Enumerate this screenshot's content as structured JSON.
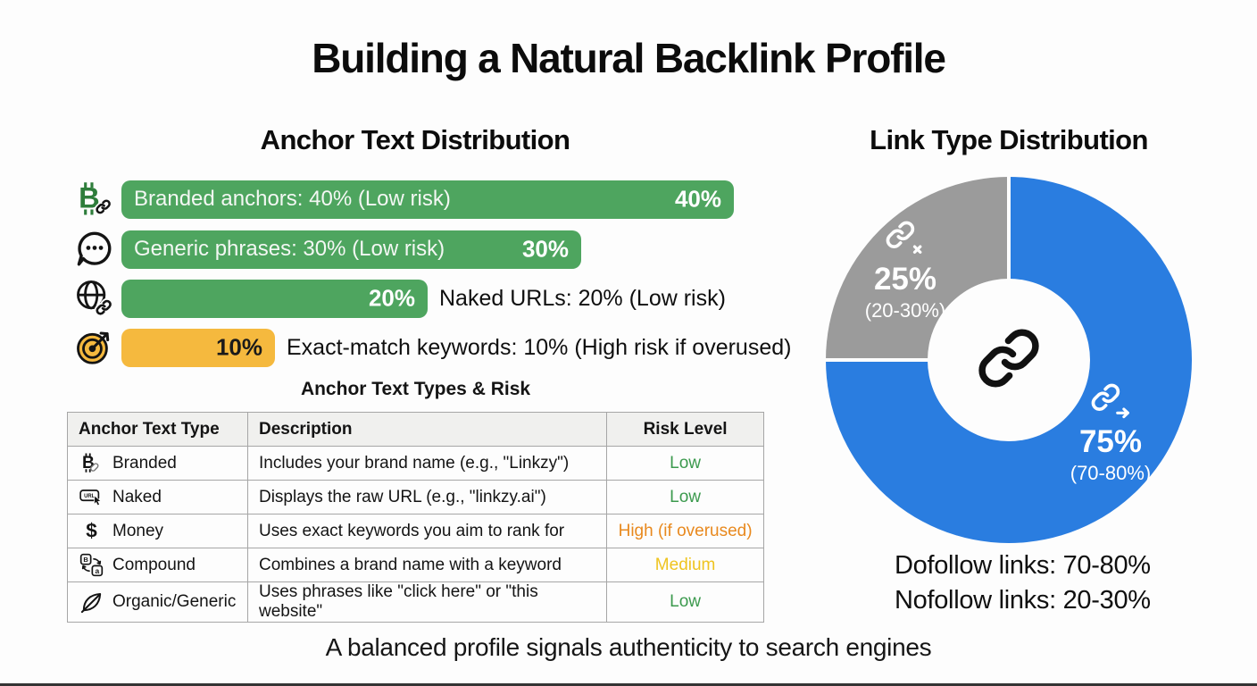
{
  "title": "Building a Natural Backlink Profile",
  "footer": "A balanced profile signals authenticity to search engines",
  "colors": {
    "background": "#FDFDFD",
    "bar_green": "#4EA55F",
    "bar_yellow": "#F5B93E",
    "donut_blue": "#2A7DE0",
    "donut_gray": "#9B9B9B",
    "risk_low": "#3C9A4E",
    "risk_high": "#E8891E",
    "risk_medium": "#EFC41F"
  },
  "anchor_section": {
    "title": "Anchor Text Distribution",
    "bars": [
      {
        "icon": "bitcoin-link-icon",
        "label": "Branded anchors: 40% (Low risk)",
        "value": 40,
        "value_label": "40%",
        "color": "#4EA55F",
        "label_position": "inside",
        "value_text_color": "#FFFFFF"
      },
      {
        "icon": "speech-bubble-icon",
        "label": "Generic phrases: 30% (Low risk)",
        "value": 30,
        "value_label": "30%",
        "color": "#4EA55F",
        "label_position": "inside",
        "value_text_color": "#FFFFFF"
      },
      {
        "icon": "globe-link-icon",
        "label": "Naked URLs: 20% (Low risk)",
        "value": 20,
        "value_label": "20%",
        "color": "#4EA55F",
        "label_position": "outside",
        "value_text_color": "#FFFFFF"
      },
      {
        "icon": "target-dart-icon",
        "label": "Exact-match keywords: 10% (High risk if overused)",
        "value": 10,
        "value_label": "10%",
        "color": "#F5B93E",
        "label_position": "outside",
        "value_text_color": "#1A1A1A"
      }
    ]
  },
  "table_section": {
    "title": "Anchor Text Types & Risk",
    "headers": [
      "Anchor Text Type",
      "Description",
      "Risk Level"
    ],
    "rows": [
      {
        "icon": "bitcoin-clip-icon",
        "type": "Branded",
        "description": "Includes your brand name (e.g., \"Linkzy\")",
        "risk": "Low",
        "risk_color": "#3C9A4E"
      },
      {
        "icon": "url-cursor-icon",
        "type": "Naked",
        "description": "Displays the raw URL (e.g., \"linkzy.ai\")",
        "risk": "Low",
        "risk_color": "#3C9A4E"
      },
      {
        "icon": "dollar-icon",
        "type": "Money",
        "description": "Uses exact keywords you aim to rank for",
        "risk": "High (if overused)",
        "risk_color": "#E8891E"
      },
      {
        "icon": "compound-icon",
        "type": "Compound",
        "description": "Combines a brand name with a keyword",
        "risk": "Medium",
        "risk_color": "#EFC41F"
      },
      {
        "icon": "leaf-icon",
        "type": "Organic/Generic",
        "description": "Uses phrases like \"click here\" or \"this website\"",
        "risk": "Low",
        "risk_color": "#3C9A4E"
      }
    ]
  },
  "link_section": {
    "title": "Link Type Distribution",
    "donut": {
      "center_icon": "link-icon",
      "segments": [
        {
          "name": "Dofollow",
          "value": 75,
          "pct_label": "75%",
          "range_label": "(70-80%)",
          "color": "#2A7DE0",
          "icon": "link-arrow-icon"
        },
        {
          "name": "Nofollow",
          "value": 25,
          "pct_label": "25%",
          "range_label": "(20-30%)",
          "color": "#9B9B9B",
          "icon": "link-broken-icon"
        }
      ]
    },
    "legend": [
      "Dofollow links: 70-80%",
      "Nofollow links: 20-30%"
    ]
  },
  "chart_data": [
    {
      "type": "bar",
      "orientation": "horizontal",
      "title": "Anchor Text Distribution",
      "categories": [
        "Branded anchors",
        "Generic phrases",
        "Naked URLs",
        "Exact-match keywords"
      ],
      "values": [
        40,
        30,
        20,
        10
      ],
      "bar_labels": [
        "Branded anchors: 40% (Low risk)",
        "Generic phrases: 30% (Low risk)",
        "Naked URLs: 20% (Low risk)",
        "Exact-match keywords: 10% (High risk if overused)"
      ],
      "colors": [
        "#4EA55F",
        "#4EA55F",
        "#4EA55F",
        "#F5B93E"
      ],
      "xlim": [
        0,
        40
      ],
      "grid": false,
      "legend_position": "none"
    },
    {
      "type": "pie",
      "subtype": "donut",
      "title": "Link Type Distribution",
      "categories": [
        "Dofollow links",
        "Nofollow links"
      ],
      "values": [
        75,
        25
      ],
      "range_labels": [
        "(70-80%)",
        "(20-30%)"
      ],
      "colors": [
        "#2A7DE0",
        "#9B9B9B"
      ],
      "start_angle_deg": 0,
      "direction": "clockwise",
      "legend_position": "bottom",
      "legend_entries": [
        "Dofollow links: 70-80%",
        "Nofollow links: 20-30%"
      ]
    },
    {
      "type": "table",
      "title": "Anchor Text Types & Risk",
      "columns": [
        "Anchor Text Type",
        "Description",
        "Risk Level"
      ],
      "rows": [
        [
          "Branded",
          "Includes your brand name (e.g., \"Linkzy\")",
          "Low"
        ],
        [
          "Naked",
          "Displays the raw URL (e.g., \"linkzy.ai\")",
          "Low"
        ],
        [
          "Money",
          "Uses exact keywords you aim to rank for",
          "High (if overused)"
        ],
        [
          "Compound",
          "Combines a brand name with a keyword",
          "Medium"
        ],
        [
          "Organic/Generic",
          "Uses phrases like \"click here\" or \"this website\"",
          "Low"
        ]
      ]
    }
  ]
}
